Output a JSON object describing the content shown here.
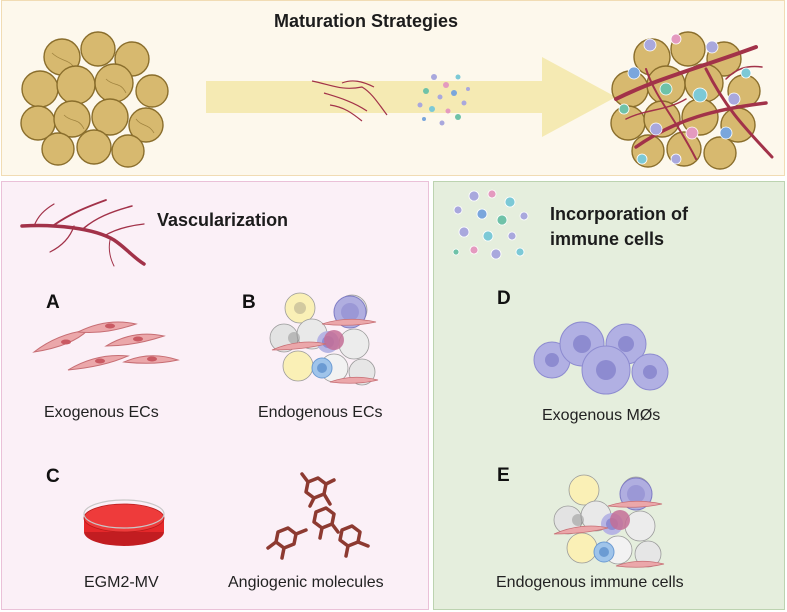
{
  "header": {
    "title": "Maturation Strategies"
  },
  "vascularization": {
    "title": "Vascularization",
    "panels": [
      {
        "letter": "A",
        "caption": "Exogenous ECs"
      },
      {
        "letter": "B",
        "caption": "Endogenous ECs"
      },
      {
        "letter": "C",
        "caption": "EGM2-MV"
      },
      {
        "letter": "",
        "caption": "Angiogenic molecules"
      }
    ]
  },
  "immune": {
    "title_line1": "Incorporation of",
    "title_line2": "immune cells",
    "panels": [
      {
        "letter": "D",
        "caption": "Exogenous MØs"
      },
      {
        "letter": "E",
        "caption": "Endogenous immune cells"
      }
    ]
  },
  "colors": {
    "top_background": "#fdf8ec",
    "vasc_background": "#fbf0f7",
    "immune_background": "#e5eedd",
    "vessel": "#a23249",
    "spheroid_cell": "#d7b96f",
    "arrow": "#f5eab3",
    "endothelial_cell": "#e89a9f",
    "macrophage": "#a9a8dd",
    "petri_medium": "#e5282a",
    "molecule": "#8d3a31"
  }
}
